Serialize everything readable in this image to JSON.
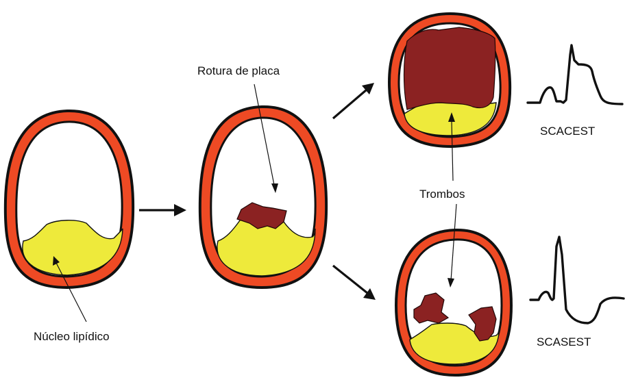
{
  "labels": {
    "lipid_core": "Núcleo lipídico",
    "plaque_rupture": "Rotura de placa",
    "thrombi": "Trombos",
    "stemi_ecg": "SCACEST",
    "nstemi_ecg": "SCASEST"
  },
  "colors": {
    "vessel_wall": "#ee4a24",
    "plaque": "#eeea3b",
    "thrombus": "#8b2222",
    "lumen": "#ffffff",
    "outline": "#111111"
  }
}
